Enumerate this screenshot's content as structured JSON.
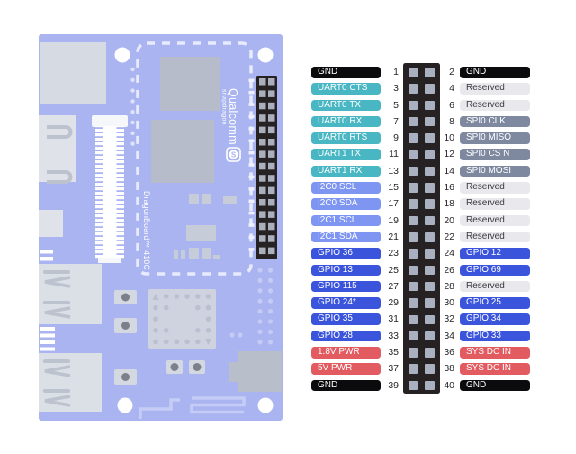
{
  "page": {
    "background": "#ffffff"
  },
  "board": {
    "silkscreen": {
      "brand": "Qualcomm",
      "sub_brand": "snapdragon",
      "product": "DragonBoard™ 410C",
      "logo_letter": "S"
    },
    "colors": {
      "pcb": "#a9b4f0",
      "chip": "#b6bcca",
      "connector_light": "#dfe2e8",
      "connector_mid": "#d6dae2",
      "connector_glyph": "#bcc2ce",
      "bga_pad": "#ced3df",
      "bga_dot": "#bac0d2",
      "black_header": "#262223",
      "header_pad": "#a9afbd",
      "silkscreen": "#ffffff",
      "trace": "#c5ccf6",
      "jack": "#b9bfca",
      "button_face": "#d4d8e0",
      "button_dot": "#7c808a"
    }
  },
  "pin_table": {
    "type_colors": {
      "gnd": {
        "bg": "#0b0b0d",
        "fg": "#ffffff"
      },
      "uart": {
        "bg": "#49b7c3",
        "fg": "#ffffff"
      },
      "reserved": {
        "bg": "#e9e9ed",
        "fg": "#3a3a40"
      },
      "spi": {
        "bg": "#7e89a0",
        "fg": "#ffffff"
      },
      "i2c": {
        "bg": "#7e96f1",
        "fg": "#ffffff"
      },
      "gpio": {
        "bg": "#3b54dc",
        "fg": "#ffffff"
      },
      "pwr": {
        "bg": "#e25b60",
        "fg": "#ffffff"
      }
    },
    "number_color": "#26262a",
    "header_bg": "#262223",
    "pad_color": "#a9b0bf",
    "rows": [
      {
        "left": {
          "pin": 1,
          "label": "GND",
          "type": "gnd"
        },
        "right": {
          "pin": 2,
          "label": "GND",
          "type": "gnd"
        }
      },
      {
        "left": {
          "pin": 3,
          "label": "UART0 CTS",
          "type": "uart"
        },
        "right": {
          "pin": 4,
          "label": "Reserved",
          "type": "reserved"
        }
      },
      {
        "left": {
          "pin": 5,
          "label": "UART0 TX",
          "type": "uart"
        },
        "right": {
          "pin": 6,
          "label": "Reserved",
          "type": "reserved"
        }
      },
      {
        "left": {
          "pin": 7,
          "label": "UART0 RX",
          "type": "uart"
        },
        "right": {
          "pin": 8,
          "label": "SPI0 CLK",
          "type": "spi"
        }
      },
      {
        "left": {
          "pin": 9,
          "label": "UART0 RTS",
          "type": "uart"
        },
        "right": {
          "pin": 10,
          "label": "SPI0 MISO",
          "type": "spi"
        }
      },
      {
        "left": {
          "pin": 11,
          "label": "UART1 TX",
          "type": "uart"
        },
        "right": {
          "pin": 12,
          "label": "SPI0 CS N",
          "type": "spi"
        }
      },
      {
        "left": {
          "pin": 13,
          "label": "UART1 RX",
          "type": "uart"
        },
        "right": {
          "pin": 14,
          "label": "SPI0 MOSI",
          "type": "spi"
        }
      },
      {
        "left": {
          "pin": 15,
          "label": "I2C0 SCL",
          "type": "i2c"
        },
        "right": {
          "pin": 16,
          "label": "Reserved",
          "type": "reserved"
        }
      },
      {
        "left": {
          "pin": 17,
          "label": "I2C0 SDA",
          "type": "i2c"
        },
        "right": {
          "pin": 18,
          "label": "Reserved",
          "type": "reserved"
        }
      },
      {
        "left": {
          "pin": 19,
          "label": "I2C1 SCL",
          "type": "i2c"
        },
        "right": {
          "pin": 20,
          "label": "Reserved",
          "type": "reserved"
        }
      },
      {
        "left": {
          "pin": 21,
          "label": "I2C1 SDA",
          "type": "i2c"
        },
        "right": {
          "pin": 22,
          "label": "Reserved",
          "type": "reserved"
        }
      },
      {
        "left": {
          "pin": 23,
          "label": "GPIO 36",
          "type": "gpio"
        },
        "right": {
          "pin": 24,
          "label": "GPIO 12",
          "type": "gpio"
        }
      },
      {
        "left": {
          "pin": 25,
          "label": "GPIO 13",
          "type": "gpio"
        },
        "right": {
          "pin": 26,
          "label": "GPIO 69",
          "type": "gpio"
        }
      },
      {
        "left": {
          "pin": 27,
          "label": "GPIO 115",
          "type": "gpio"
        },
        "right": {
          "pin": 28,
          "label": "Reserved",
          "type": "reserved"
        }
      },
      {
        "left": {
          "pin": 29,
          "label": "GPIO 24*",
          "type": "gpio"
        },
        "right": {
          "pin": 30,
          "label": "GPIO 25",
          "type": "gpio"
        }
      },
      {
        "left": {
          "pin": 31,
          "label": "GPIO 35",
          "type": "gpio"
        },
        "right": {
          "pin": 32,
          "label": "GPIO 34",
          "type": "gpio"
        }
      },
      {
        "left": {
          "pin": 33,
          "label": "GPIO 28",
          "type": "gpio"
        },
        "right": {
          "pin": 34,
          "label": "GPIO 33",
          "type": "gpio"
        }
      },
      {
        "left": {
          "pin": 35,
          "label": "1.8V PWR",
          "type": "pwr"
        },
        "right": {
          "pin": 36,
          "label": "SYS DC IN",
          "type": "pwr"
        }
      },
      {
        "left": {
          "pin": 37,
          "label": "5V PWR",
          "type": "pwr"
        },
        "right": {
          "pin": 38,
          "label": "SYS DC IN",
          "type": "pwr"
        }
      },
      {
        "left": {
          "pin": 39,
          "label": "GND",
          "type": "gnd"
        },
        "right": {
          "pin": 40,
          "label": "GND",
          "type": "gnd"
        }
      }
    ]
  }
}
